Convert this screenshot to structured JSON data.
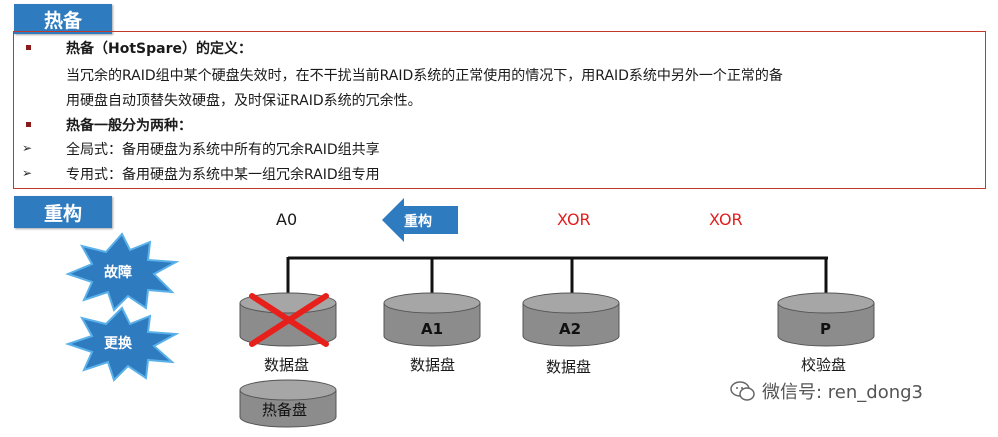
{
  "hot_spare": {
    "tag": "热备",
    "definition_title": "热备（HotSpare）的定义：",
    "definition_line1": "当冗余的RAID组中某个硬盘失效时，在不干扰当前RAID系统的正常使用的情况下，用RAID系统中另外一个正常的备",
    "definition_line2": "用硬盘自动顶替失效硬盘，及时保证RAID系统的冗余性。",
    "types_title": "热备一般分为两种：",
    "types": [
      "全局式：备用硬盘为系统中所有的冗余RAID组共享",
      "专用式：备用硬盘为系统中某一组冗余RAID组专用"
    ]
  },
  "rebuild": {
    "tag": "重构",
    "arrow_label": "重构",
    "fault_label": "故障",
    "replace_label": "更换",
    "top_labels": [
      "A0",
      "XOR",
      "XOR"
    ],
    "disks": [
      {
        "inner": "",
        "label": "数据盘",
        "failed": true
      },
      {
        "inner": "A1",
        "label": "数据盘"
      },
      {
        "inner": "A2",
        "label": "数据盘"
      },
      {
        "inner": "P",
        "label": "校验盘"
      }
    ],
    "spare_disk": "热备盘"
  },
  "watermark": "微信号: ren_dong3",
  "colors": {
    "tag_blue": "#2e7bbf",
    "border_red": "#c0392b",
    "xor_red": "#e02020",
    "disk_gray": "#8c8c8c",
    "fail_cross": "#e8201c"
  }
}
